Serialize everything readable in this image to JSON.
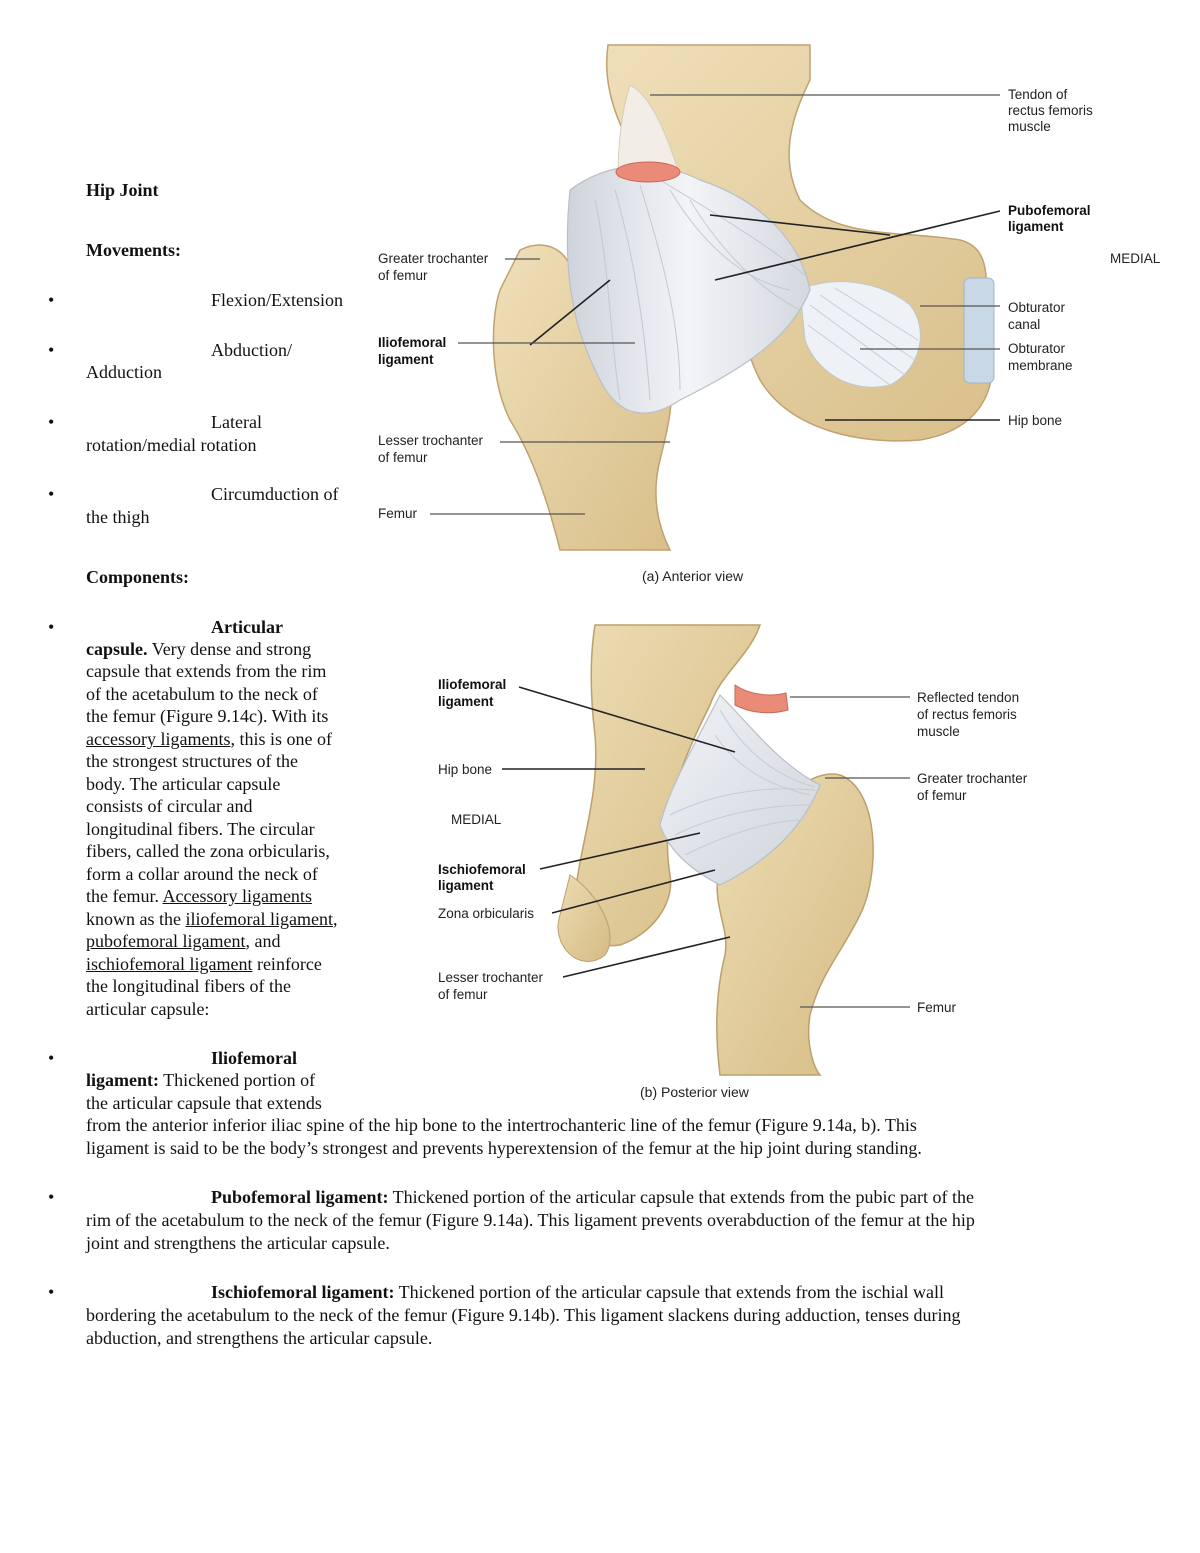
{
  "heading": "Hip Joint",
  "movements": {
    "title": "Movements:",
    "items": [
      [
        "Flexion/Extension"
      ],
      [
        "Abduction/",
        "Adduction"
      ],
      [
        "Lateral",
        "rotation/medial rotation"
      ],
      [
        "Circumduction of",
        "the thigh"
      ]
    ]
  },
  "components": {
    "title": "Components:",
    "capsule": {
      "term_a": "Articular",
      "term_b": "capsule.",
      "lines": [
        " Very dense and strong",
        "capsule that extends from the rim",
        "of the acetabulum to the neck of",
        "the femur (Figure 9.14c). With its"
      ],
      "link1": "accessory ligaments",
      "after_link1": ", this is one of",
      "lines2": [
        "the strongest structures of the",
        "body. The articular capsule",
        "consists of circular and",
        "longitudinal fibers. The circular",
        "fibers, called the zona orbicularis,",
        "form a collar around the neck of"
      ],
      "before_link2": "the femur. ",
      "link2": "Accessory ligaments",
      "before_link3": "known as the ",
      "link3": "iliofemoral ligament",
      "after_link3": ",",
      "link4": "pubofemoral ligament",
      "after_link4": ", and",
      "link5": "ischiofemoral ligament",
      "after_link5": " reinforce",
      "lines3": [
        "the longitudinal fibers of the",
        "articular capsule:"
      ]
    },
    "iliofemoral": {
      "term_a": "Iliofemoral",
      "term_b": "ligament:",
      "line1": " Thickened portion of",
      "line2": "the articular capsule that extends",
      "line3": "from the anterior inferior iliac spine of the hip bone to the intertrochanteric line of the femur (Figure 9.14a, b). This",
      "line4": "ligament is said to be the body’s strongest and prevents hyperextension of the femur at the hip joint during standing."
    },
    "pubofemoral": {
      "term": "Pubofemoral ligament:",
      "line1": " Thickened portion of the articular capsule that extends from the pubic part of the",
      "line2": "rim of the acetabulum to the neck of the femur (Figure 9.14a). This ligament prevents overabduction of the femur at the hip",
      "line3": "joint and strengthens the articular capsule."
    },
    "ischiofemoral": {
      "term": "Ischiofemoral ligament:",
      "line1": " Thickened portion of the articular capsule that extends from the ischial wall",
      "line2": "bordering the acetabulum to the neck of the femur (Figure 9.14b). This ligament slackens during adduction, tenses during",
      "line3": "abduction, and strengthens the articular capsule."
    }
  },
  "figure_a": {
    "caption": "(a) Anterior view",
    "medial": "MEDIAL",
    "labels": {
      "tendon": [
        "Tendon of",
        "rectus femoris",
        "muscle"
      ],
      "pubofemoral": [
        "Pubofemoral",
        "ligament"
      ],
      "greater": [
        "Greater trochanter",
        "of femur"
      ],
      "obt_canal": [
        "Obturator",
        "canal"
      ],
      "iliofemoral": [
        "Iliofemoral",
        "ligament"
      ],
      "obt_membrane": [
        "Obturator",
        "membrane"
      ],
      "hip_bone": "Hip bone",
      "lesser": [
        "Lesser trochanter",
        "of femur"
      ],
      "femur": "Femur"
    }
  },
  "figure_b": {
    "caption": "(b) Posterior view",
    "medial": "MEDIAL",
    "labels": {
      "iliofemoral": [
        "Iliofemoral",
        "ligament"
      ],
      "reflected": [
        "Reflected tendon",
        "of rectus femoris",
        "muscle"
      ],
      "hip_bone": "Hip bone",
      "greater": [
        "Greater trochanter",
        "of femur"
      ],
      "ischiofemoral": [
        "Ischiofemoral",
        "ligament"
      ],
      "zona": "Zona orbicularis",
      "lesser": [
        "Lesser trochanter",
        "of femur"
      ],
      "femur": "Femur"
    }
  },
  "colors": {
    "bone": "#e6d2a6",
    "bone_dark": "#c9ae7a",
    "ligament": "#e4e7ec",
    "tendon": "#e98b78",
    "obturator": "#c8d8e6"
  }
}
